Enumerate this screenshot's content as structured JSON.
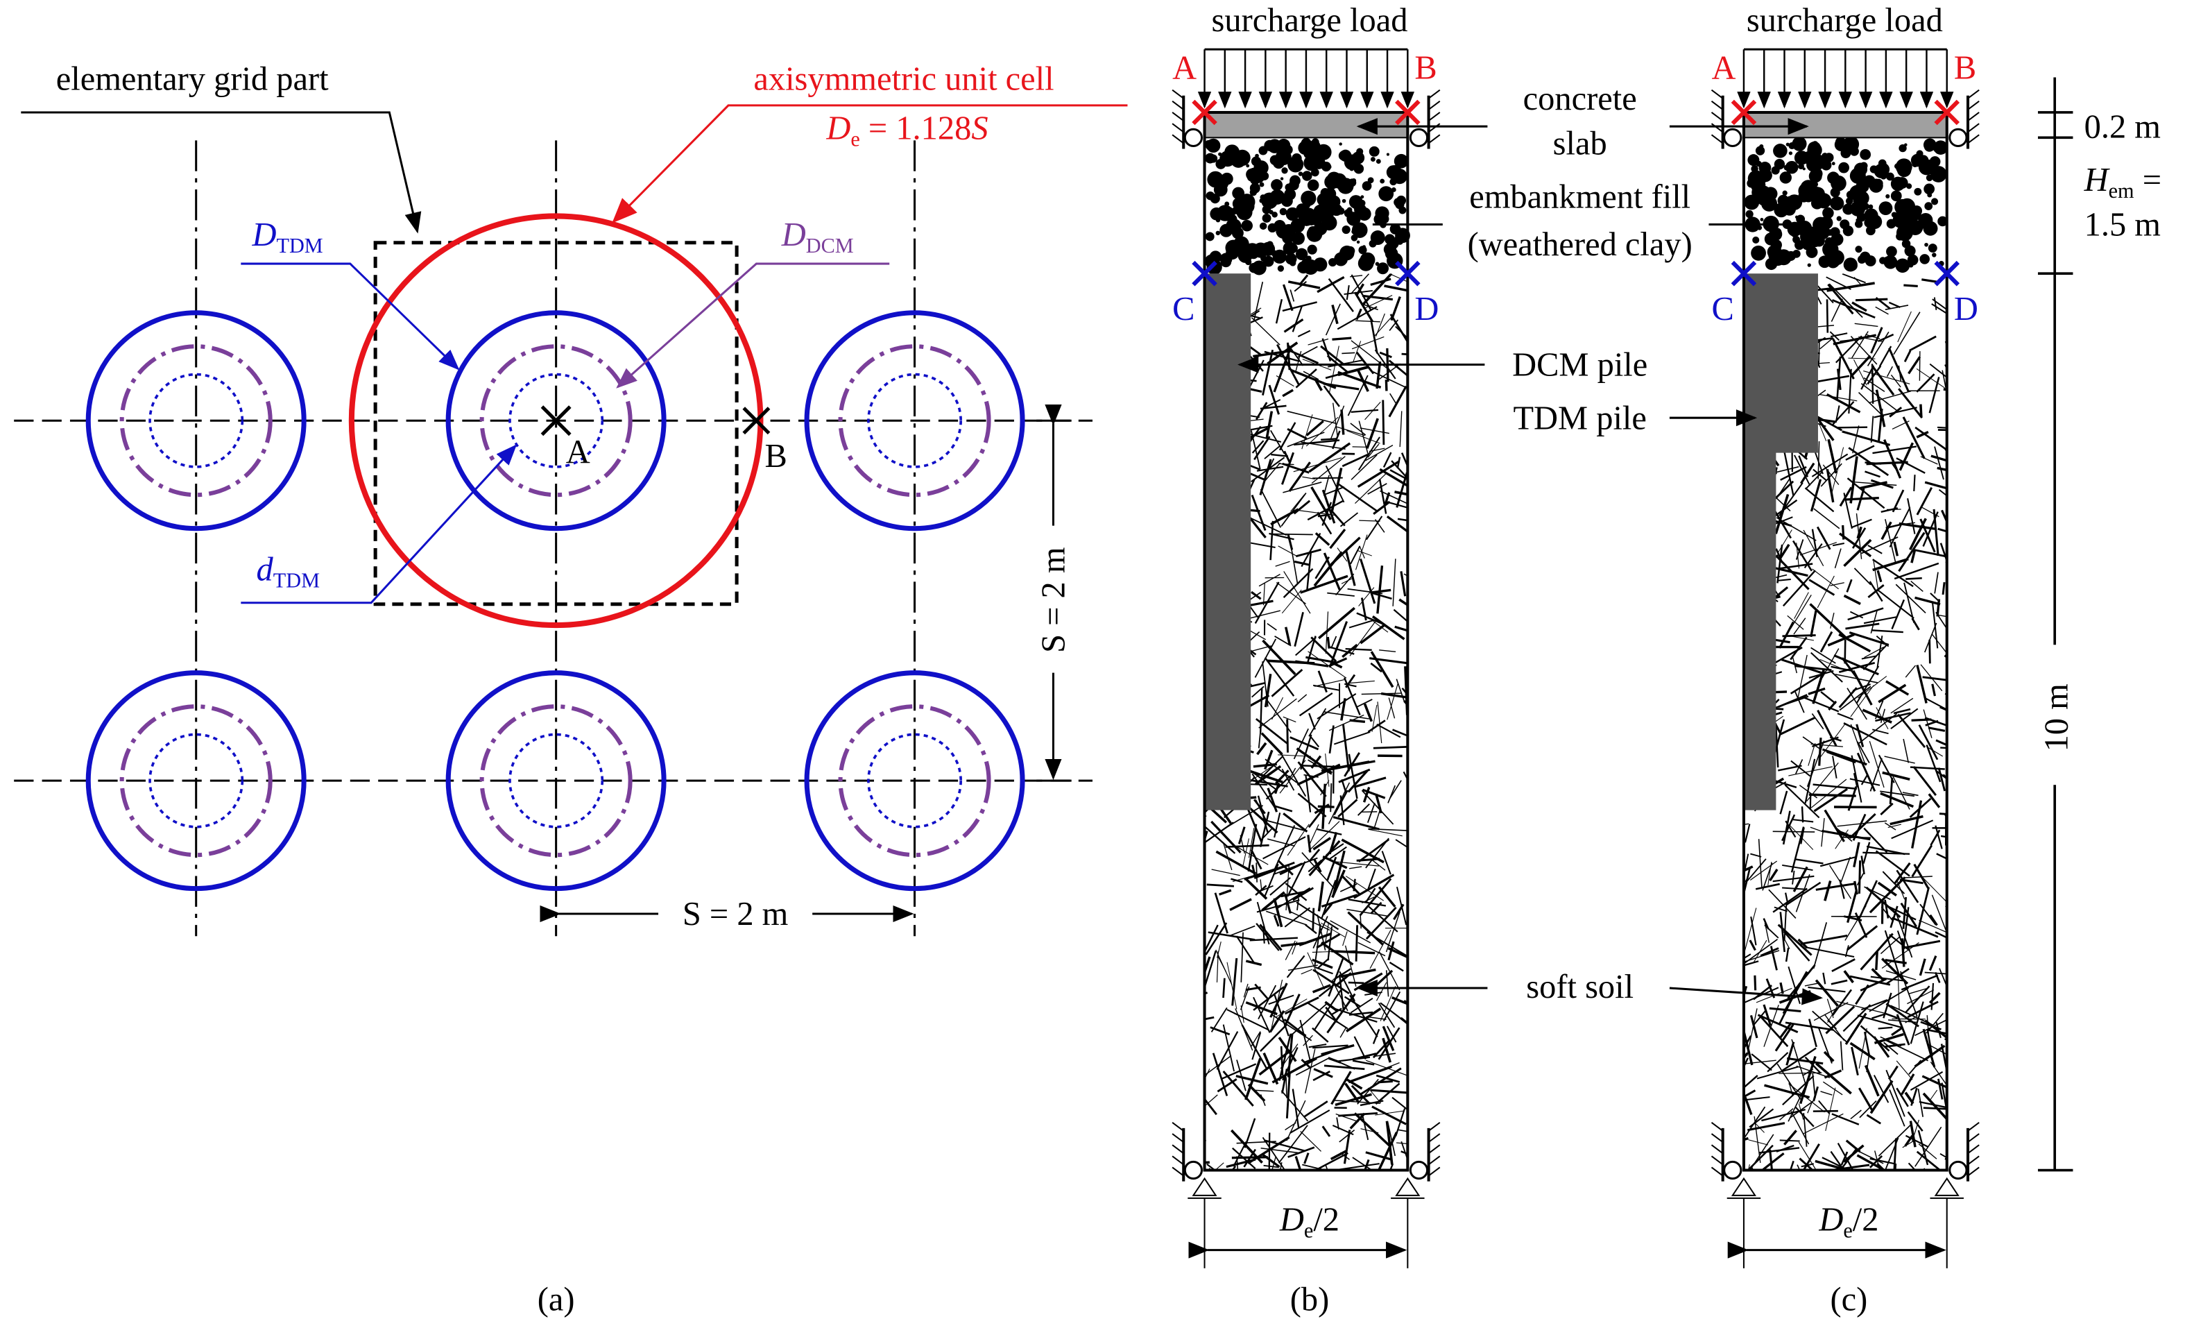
{
  "colors": {
    "red": "#e8141b",
    "blue": "#1010c8",
    "purple": "#7a3f9a",
    "pile": "#555555",
    "slab": "#a0a0a0"
  },
  "panel_a": {
    "caption": "(a)",
    "grid_label": "elementary grid part",
    "cell_label": "axisymmetric unit cell",
    "de_sym": "D",
    "de_sub": "e",
    "de_eq": " = 1.128",
    "de_s": "S",
    "D_TDM": {
      "sym": "D",
      "sub": "TDM"
    },
    "D_DCM": {
      "sym": "D",
      "sub": "DCM"
    },
    "d_TDM": {
      "sym": "d",
      "sub": "TDM"
    },
    "point_a": "A",
    "point_b": "B",
    "spacing_v": "S = 2 m",
    "spacing_h": "S = 2 m"
  },
  "panel_b": {
    "caption": "(b)",
    "surcharge": "surcharge load",
    "A": "A",
    "B": "B",
    "C": "C",
    "D": "D",
    "width_sym": "D",
    "width_sub": "e",
    "width_rest": "/2"
  },
  "panel_c": {
    "caption": "(c)",
    "surcharge": "surcharge load",
    "A": "A",
    "B": "B",
    "C": "C",
    "D": "D",
    "width_sym": "D",
    "width_sub": "e",
    "width_rest": "/2"
  },
  "labels": {
    "slab1": "concrete",
    "slab2": "slab",
    "fill1": "embankment fill",
    "fill2": "(weathered clay)",
    "dcm": "DCM pile",
    "tdm": "TDM pile",
    "soil": "soft soil"
  },
  "dims": {
    "slab": "0.2 m",
    "hem_sym": "H",
    "hem_sub": "em",
    "hem_eq": " =",
    "hem_val": "1.5 m",
    "depth": "10 m"
  }
}
